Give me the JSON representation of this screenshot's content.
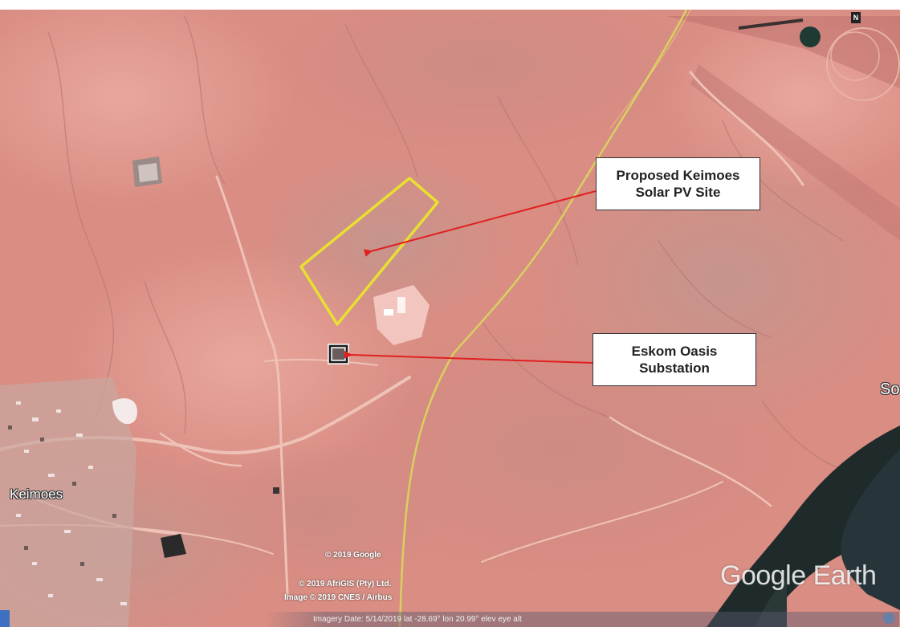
{
  "callouts": {
    "site": "Proposed Keimoes\nSolar PV Site",
    "substation": "Eskom Oasis\nSubstation"
  },
  "places": {
    "town": "Keimoes",
    "partial_right": "So"
  },
  "watermark": "Google Earth",
  "copyright": {
    "line1": "© 2019 Google",
    "line2": "© 2019 AfriGIS (Pty) Ltd.",
    "line3": "Image © 2019 CNES / Airbus"
  },
  "status_bar": "Imagery Date: 5/14/2019    lat -28.69°    lon 20.99°    elev   eye alt",
  "north_label": "N",
  "colors": {
    "terrain": "#d98d83",
    "terrain_light": "#e6a59b",
    "site_outline": "#e8e030",
    "arrow": "#e02020",
    "road": "#d8d060",
    "river_vegetation": "#1f2a2a"
  }
}
